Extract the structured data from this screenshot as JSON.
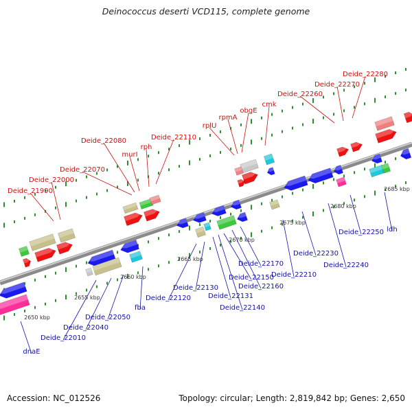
{
  "header": {
    "title": "Deinococcus deserti VCD115, complete genome"
  },
  "footer": {
    "accession": "Accession: NC_012526",
    "summary": "Topology: circular; Length: 2,819,842 bp; Genes: 2,650"
  },
  "colors": {
    "forward_label": "#cc1111",
    "reverse_label": "#1111aa",
    "backbone": "#8a8a8a",
    "tick": "#2f8f2f",
    "gene_red": "#ee1111",
    "gene_blue": "#1a1aee",
    "gene_khaki": "#c8c08a",
    "gene_pink": "#ff2f9a",
    "gene_cyan": "#1ec8dc",
    "gene_green": "#3cc83c",
    "gene_gray": "#c8c8c8",
    "gene_salmon": "#f08080"
  },
  "scale_labels": [
    "2650 kbp",
    "2655 kbp",
    "2660 kbp",
    "2665 kbp",
    "2670 kbp",
    "2675 kbp",
    "2680 kbp",
    "2685 kbp"
  ],
  "forward_genes": [
    "Deide_21990",
    "Deide_22000",
    "Deide_22070",
    "Deide_22080",
    "murI",
    "rph",
    "Deide_22110",
    "rplU",
    "rpmA",
    "obgE",
    "cmk",
    "Deide_22260",
    "Deide_22270",
    "Deide_22280"
  ],
  "reverse_genes": [
    "dnaE",
    "Deide_22010",
    "Deide_22040",
    "Deide_22050",
    "fba",
    "Deide_22120",
    "Deide_22130",
    "Deide_22131",
    "Deide_22140",
    "Deide_22150",
    "Deide_22160",
    "Deide_22170",
    "Deide_22210",
    "Deide_22230",
    "Deide_22240",
    "Deide_22250",
    "ldh"
  ]
}
